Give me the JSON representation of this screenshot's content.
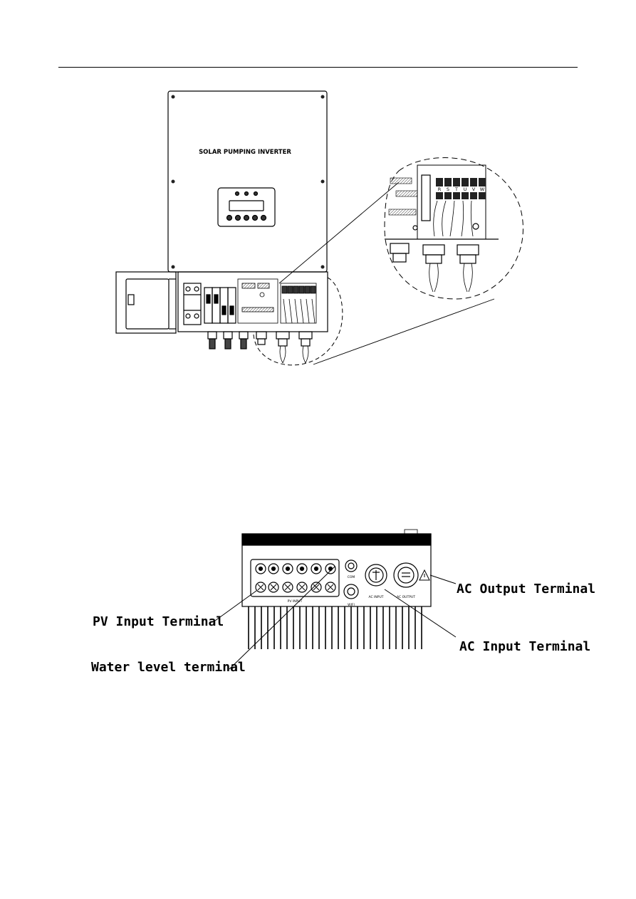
{
  "figure1": {
    "panel_title": "SOLAR PUMPING INVERTER",
    "terminal_letters": [
      "R",
      "S",
      "T",
      "U",
      "V",
      "W"
    ]
  },
  "figure2": {
    "labels": {
      "ac_output": "AC Output Terminal",
      "pv_input": "PV Input Terminal",
      "ac_input": "AC Input Terminal",
      "water_level": "Water level terminal"
    },
    "small_labels": {
      "pv_input": "PV INPUT",
      "com": "COM",
      "wifi": "WIFI",
      "ac_input": "AC INPUT",
      "ac_output": "AC OUTPUT"
    }
  }
}
